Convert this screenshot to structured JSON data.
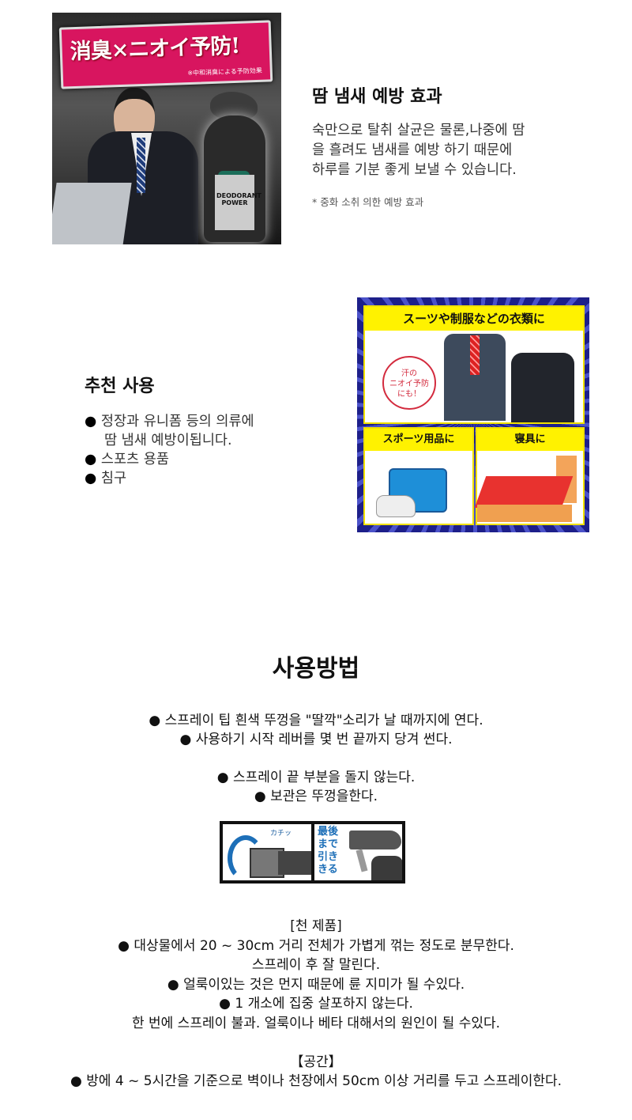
{
  "product_image": {
    "headline": "消臭×ニオイ予防!",
    "subtext": "※中和消臭による予防効果",
    "bottle_label": "DEODORANT POWER"
  },
  "effect_section": {
    "title": "땀 냄새 예방 효과",
    "body_lines": [
      "숙만으로 탈취 살균은 물론,나중에 땀",
      "을 흘려도 냄새를 예방 하기 때문에",
      "하루를 기분 좋게 보낼 수 있습니다."
    ],
    "note": "* 중화 소취 의한 예방 효과"
  },
  "uses_image": {
    "panel_clothes": "スーツや制服などの衣類に",
    "bubble": [
      "汗の",
      "ニオイ予防",
      "にも！"
    ],
    "panel_sports": "スポーツ用品に",
    "panel_bedding": "寝具に"
  },
  "recommended_section": {
    "title": "추천 사용",
    "items": [
      [
        "정장과 유니폼 등의 의류에",
        "땀 냄새 예방이됩니다."
      ],
      [
        "스포츠 용품"
      ],
      [
        "침구"
      ]
    ]
  },
  "usage": {
    "title": "사용방법",
    "group1": [
      "● 스프레이 팁 흰색 뚜껑을 \"딸깍\"소리가 날 때까지에 연다.",
      "● 사용하기 시작 레버를 몇 번 끝까지 당겨 썬다."
    ],
    "group2": [
      "● 스프레이 끝 부분을 돌지 않는다.",
      "● 보관은 뚜껑을한다."
    ],
    "diagram": {
      "click_label": "カチッ",
      "pull_label": [
        "最後",
        "まで",
        "引き",
        "きる"
      ]
    },
    "cloth": {
      "heading": "[천 제품]",
      "lines": [
        "● 대상물에서 20 ~ 30cm 거리 전체가 가볍게 꺾는 정도로 분무한다.",
        "스프레이 후 잘 말린다.",
        "● 얼룩이있는 것은 먼지 때문에 륜 지미가 될 수있다.",
        "● 1 개소에 집중 살포하지 않는다.",
        "한 번에 스프레이 불과. 얼룩이나 베타 대해서의 원인이 될 수있다."
      ]
    },
    "space": {
      "heading": "【공간】",
      "lines": [
        "● 방에 4 ~ 5시간을 기준으로 벽이나 천장에서 50cm 이상 거리를 두고 스프레이한다."
      ]
    }
  }
}
